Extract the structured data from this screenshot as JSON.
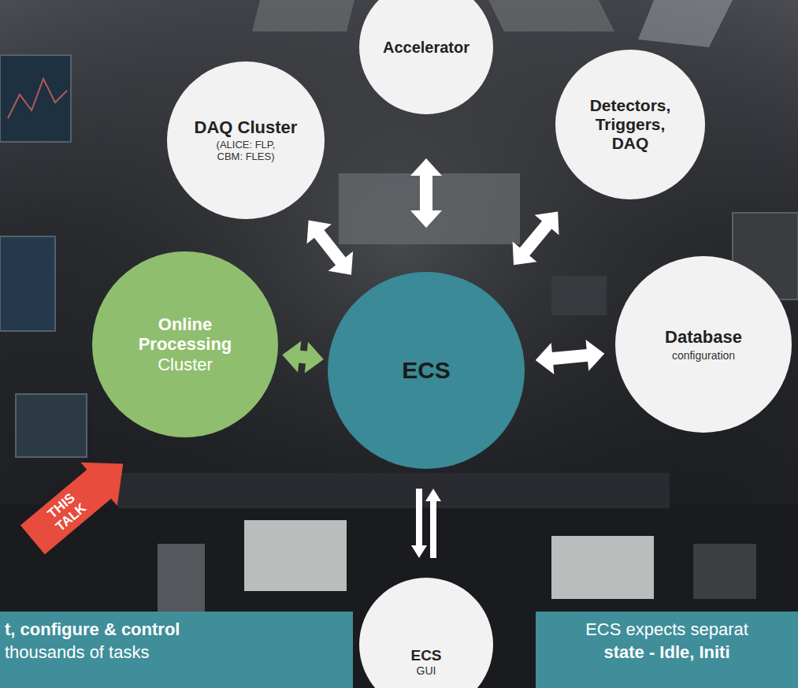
{
  "diagram": {
    "nodes": [
      {
        "text": [
          "Accelerator"
        ]
      },
      {
        "text": [
          "DAQ Cluster",
          "(ALICE: FLP, CBM: FLES)"
        ]
      },
      {
        "text": [
          "Detectors, Triggers, DAQ"
        ]
      },
      {
        "text": [
          "Online Processing",
          "Cluster"
        ]
      },
      {
        "text": [
          "ECS"
        ]
      },
      {
        "text": [
          "Database",
          "configuration"
        ]
      },
      {
        "text": [
          "ECS",
          "GUI"
        ]
      },
      {
        "text": [
          "t, configure & control",
          "thousands of tasks"
        ]
      },
      {
        "text": [
          "ECS expects separat",
          "state - Idle, Initi"
        ]
      }
    ],
    "edges": [
      {
        "from": 4,
        "to": 0,
        "arrow": "both"
      },
      {
        "from": 4,
        "to": 1,
        "arrow": "both"
      },
      {
        "from": 4,
        "to": 2,
        "arrow": "both"
      },
      {
        "from": 4,
        "to": 3,
        "arrow": "both"
      },
      {
        "from": 4,
        "to": 5,
        "arrow": "both"
      },
      {
        "from": 4,
        "to": 6,
        "arrow": "both"
      }
    ],
    "labels": [
      "THIS TALK"
    ]
  }
}
